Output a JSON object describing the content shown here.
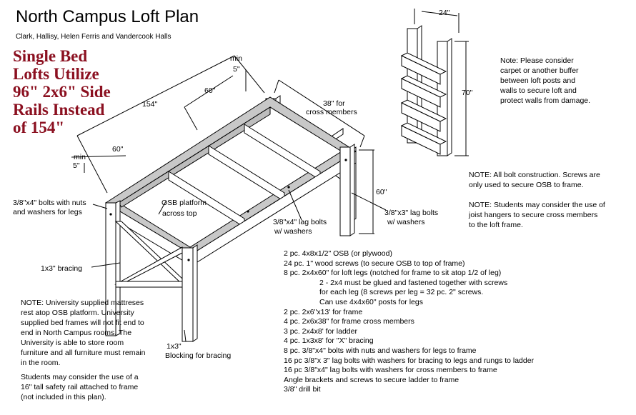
{
  "header": {
    "title": "North Campus Loft Plan",
    "subtitle": "Clark, Hallisy, Helen Ferris and Vandercook Halls"
  },
  "callout": {
    "lines": [
      "Single Bed",
      "Lofts Utilize",
      "96\" 2x6\" Side",
      "Rails Instead",
      "of 154\""
    ]
  },
  "dimensions": {
    "min_label_top": "min",
    "min_5_top": "5\"",
    "sixty_top": "60\"",
    "one_fifty_four": "154\"",
    "thirty_eight_for": "38\" for",
    "cross_members": "cross members",
    "min_label_left": "min",
    "min_5_left": "5\"",
    "sixty_left": "60\"",
    "sixty_height": "60\"",
    "ladder_width": "24\"",
    "ladder_height": "70\""
  },
  "labels": {
    "osb_line1": "OSB platform",
    "osb_line2": "across top",
    "bolts_legs_line1": "3/8\"x4\" bolts with nuts",
    "bolts_legs_line2": "and washers for legs",
    "lag_4_line1": "3/8\"x4\" lag bolts",
    "lag_4_line2": "w/ washers",
    "lag_3_line1": "3/8\"x3\" lag bolts",
    "lag_3_line2": "w/ washers",
    "bracing_1x3": "1x3\" bracing",
    "blocking_1x3": "1x3\"",
    "blocking_for_bracing": "Blocking for bracing"
  },
  "notes": {
    "carpet": [
      "Note: Please consider",
      "carpet or another buffer",
      "between loft posts and",
      "walls to secure loft and",
      "protect walls from damage."
    ],
    "bolt": [
      "NOTE: All bolt construction. Screws are",
      "only used to secure OSB to frame."
    ],
    "joist": [
      "NOTE: Students may consider the use of",
      "joist hangers to secure cross members",
      "to the loft frame."
    ],
    "mattress": [
      "NOTE: University supplied mattreses",
      "rest atop OSB platform. University",
      "supplied bed frames will not fit end to",
      "end in North Campus rooms. The",
      "University is able to store room",
      "furniture and all furniture must remain",
      "in the room."
    ],
    "rail": [
      "Students may consider the use of a",
      "16\" tall safety rail attached to frame",
      "(not included in this plan)."
    ]
  },
  "materials": [
    {
      "text": "2 pc. 4x8x1/2\" OSB (or plywood)",
      "indent": false
    },
    {
      "text": "24 pc. 1\" wood screws (to secure OSB to top of frame)",
      "indent": false
    },
    {
      "text": "8 pc. 2x4x60\" for loft legs (notched for frame to sit atop 1/2 of leg)",
      "indent": false
    },
    {
      "text": "2 - 2x4 must be glued and fastened together with screws",
      "indent": true
    },
    {
      "text": "for each leg (8 screws per leg = 32 pc. 2\" screws.",
      "indent": true
    },
    {
      "text": "Can use 4x4x60\" posts for legs",
      "indent": true
    },
    {
      "text": "2 pc. 2x6\"x13' for frame",
      "indent": false
    },
    {
      "text": "4 pc. 2x6x38\" for frame cross members",
      "indent": false
    },
    {
      "text": "3 pc. 2x4x8' for ladder",
      "indent": false
    },
    {
      "text": "4 pc. 1x3x8' for \"X\" bracing",
      "indent": false
    },
    {
      "text": "8 pc. 3/8\"x4\" bolts with nuts and washers for legs to frame",
      "indent": false
    },
    {
      "text": "16 pc 3/8\"x 3\" lag bolts with washers for bracing to legs and rungs to ladder",
      "indent": false
    },
    {
      "text": "16 pc 3/8\"x4\" lag bolts with washers for cross members to frame",
      "indent": false
    },
    {
      "text": "Angle brackets and screws to secure ladder to frame",
      "indent": false
    },
    {
      "text": "3/8\" drill bit",
      "indent": false
    }
  ],
  "colors": {
    "callout": "#8b1020",
    "platform_fill": "#c8c8c8",
    "line": "#000000"
  }
}
